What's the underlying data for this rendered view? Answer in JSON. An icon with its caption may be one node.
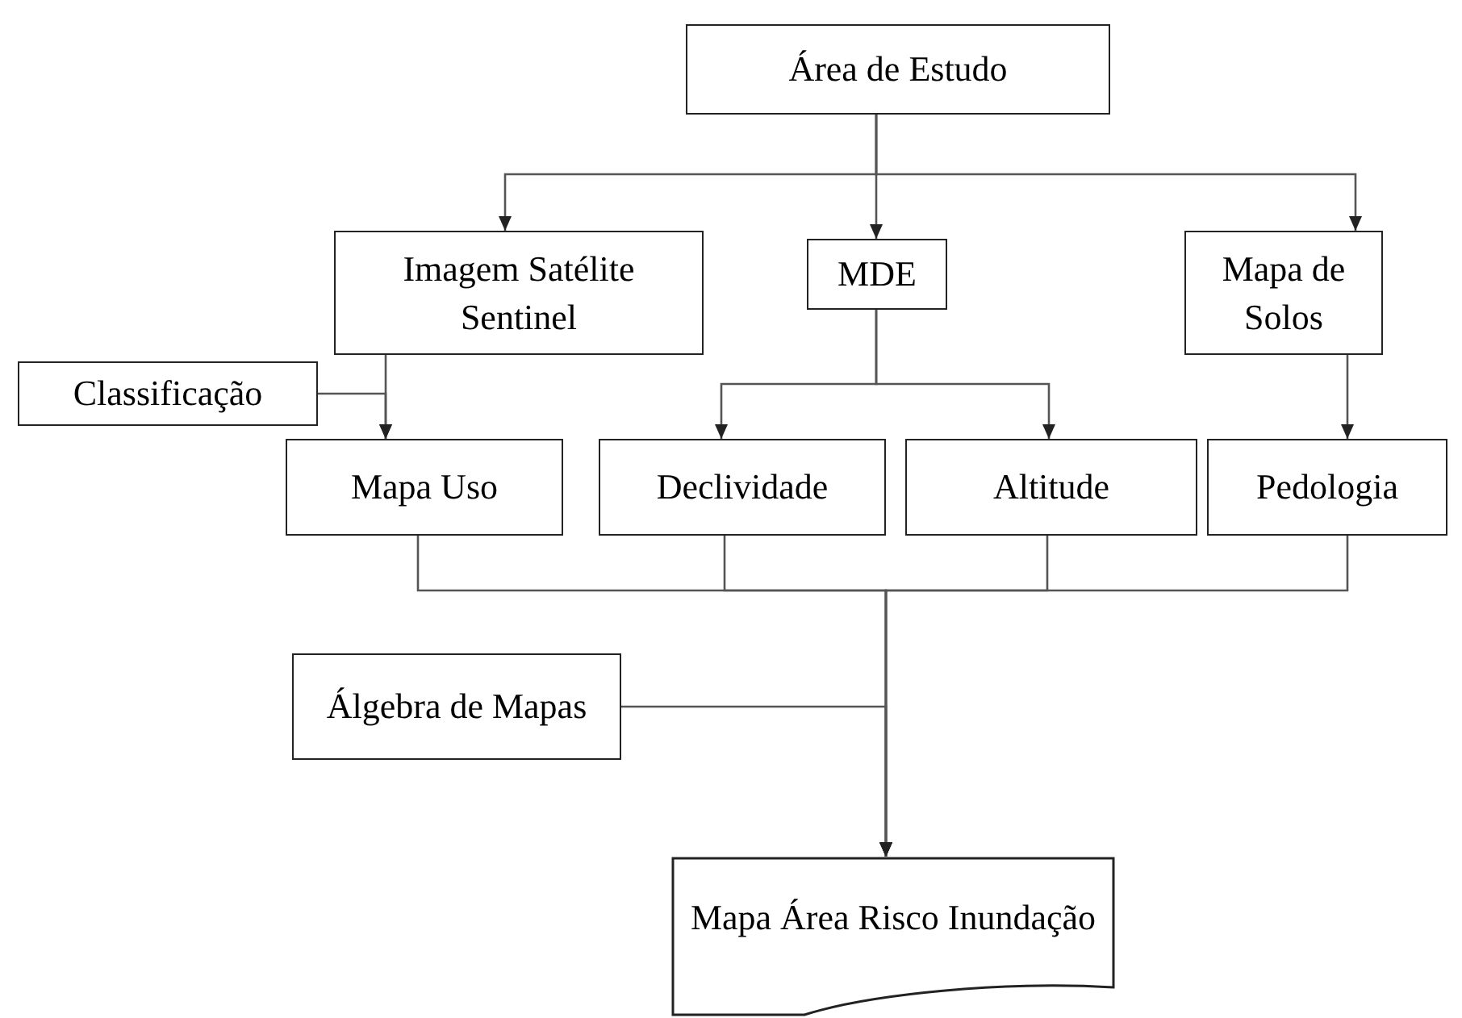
{
  "diagram": {
    "nodes": [
      {
        "text": [
          "Área de Estudo"
        ]
      },
      {
        "text": [
          "Imagem Satélite Sentinel"
        ]
      },
      {
        "text": [
          "MDE"
        ]
      },
      {
        "text": [
          "Mapa de Solos"
        ]
      },
      {
        "text": [
          "Classificação"
        ]
      },
      {
        "text": [
          "Mapa Uso"
        ]
      },
      {
        "text": [
          "Declividade"
        ]
      },
      {
        "text": [
          "Altitude"
        ]
      },
      {
        "text": [
          "Pedologia"
        ]
      },
      {
        "text": [
          "Álgebra de Mapas"
        ]
      },
      {
        "text": [
          "Mapa Área Risco Inundação"
        ]
      }
    ],
    "edges": [
      {
        "from": 0,
        "to": 1,
        "arrow": "to"
      },
      {
        "from": 0,
        "to": 2,
        "arrow": "to"
      },
      {
        "from": 0,
        "to": 3,
        "arrow": "to"
      },
      {
        "from": 2,
        "to": 6,
        "arrow": "to"
      },
      {
        "from": 2,
        "to": 7,
        "arrow": "to"
      },
      {
        "from": 1,
        "to": 5,
        "arrow": "to"
      },
      {
        "from": 4,
        "to": 5,
        "arrow": "to"
      },
      {
        "from": 3,
        "to": 8,
        "arrow": "to"
      },
      {
        "from": 5,
        "to": 10,
        "arrow": "to"
      },
      {
        "from": 6,
        "to": 10,
        "arrow": "to"
      },
      {
        "from": 7,
        "to": 10,
        "arrow": "to"
      },
      {
        "from": 8,
        "to": 10,
        "arrow": "to"
      },
      {
        "from": 9,
        "to": 10,
        "arrow": "to"
      }
    ]
  }
}
